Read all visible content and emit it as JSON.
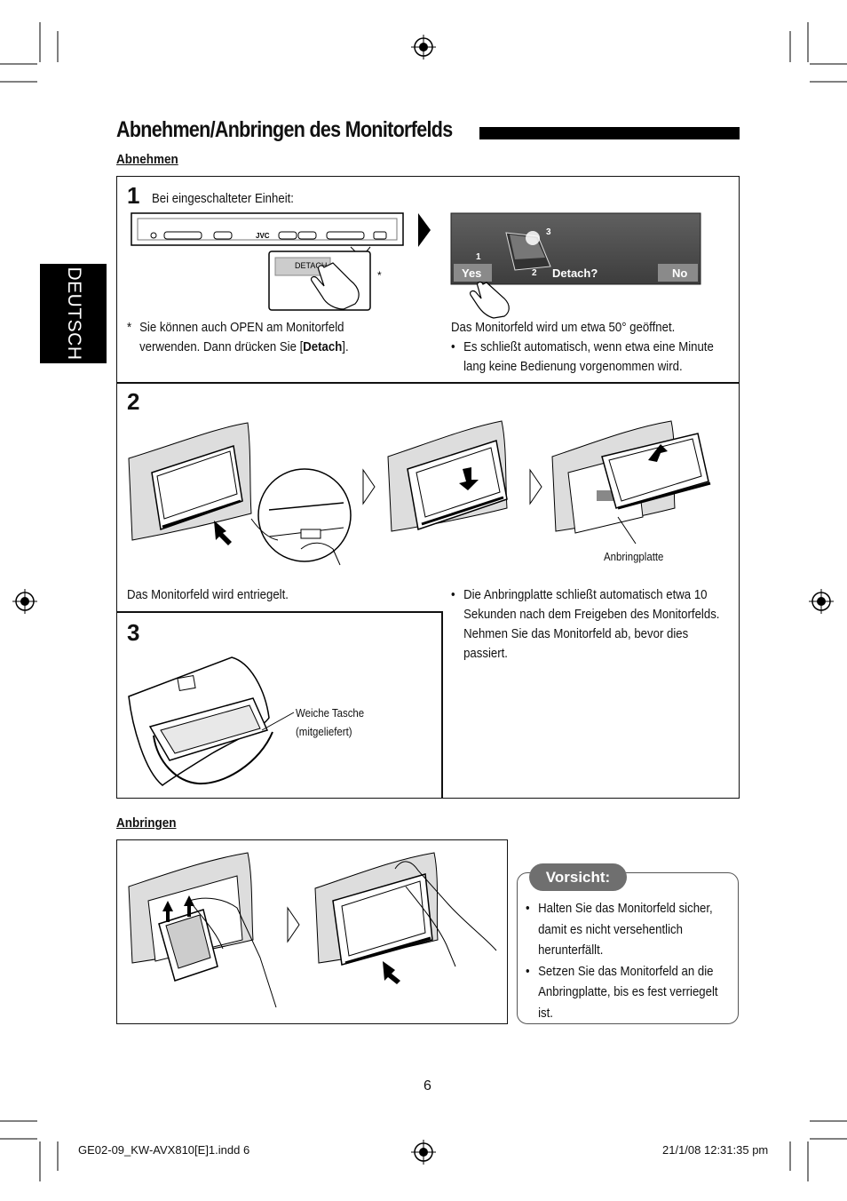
{
  "header": {
    "title": "Abnehmen/Anbringen des Monitorfelds",
    "side_tab": "DEUTSCH"
  },
  "remove": {
    "heading": "Abnehmen",
    "step1": {
      "number": "1",
      "intro": "Bei eingeschalteter Einheit:",
      "button_label": "DETACH",
      "brand_label": "JVC",
      "asterisk": "*",
      "note_marker": "*",
      "note": "Sie können auch OPEN am Monitorfeld verwenden. Dann drücken Sie [",
      "note_bold": "Detach",
      "note_end": "].",
      "screen": {
        "yes": "Yes",
        "no": "No",
        "question": "Detach?",
        "markers": [
          "1",
          "2",
          "3"
        ]
      },
      "result": "Das Monitorfeld wird um etwa 50° geöffnet.",
      "result_bullet": "Es schließt automatisch, wenn etwa eine Minute lang keine Bedienung vorgenommen wird."
    },
    "step2": {
      "number": "2",
      "plate_label": "Anbringplatte",
      "result": "Das Monitorfeld wird entriegelt.",
      "bullet": "Die Anbringplatte schließt automatisch etwa 10 Sekunden nach dem Freigeben des Monitorfelds. Nehmen Sie das Monitorfeld ab, bevor dies passiert."
    },
    "step3": {
      "number": "3",
      "bag_label_1": "Weiche Tasche",
      "bag_label_2": "(mitgeliefert)"
    }
  },
  "attach": {
    "heading": "Anbringen",
    "caution_title": "Vorsicht:",
    "caution_items": [
      "Halten Sie das Monitorfeld sicher, damit es nicht versehentlich herunterfällt.",
      "Setzen Sie das Monitorfeld an die Anbringplatte, bis es fest verriegelt ist."
    ]
  },
  "page_number": "6",
  "footer": {
    "file": "GE02-09_KW-AVX810[E]1.indd   6",
    "date": "21/1/08   12:31:35 pm"
  }
}
